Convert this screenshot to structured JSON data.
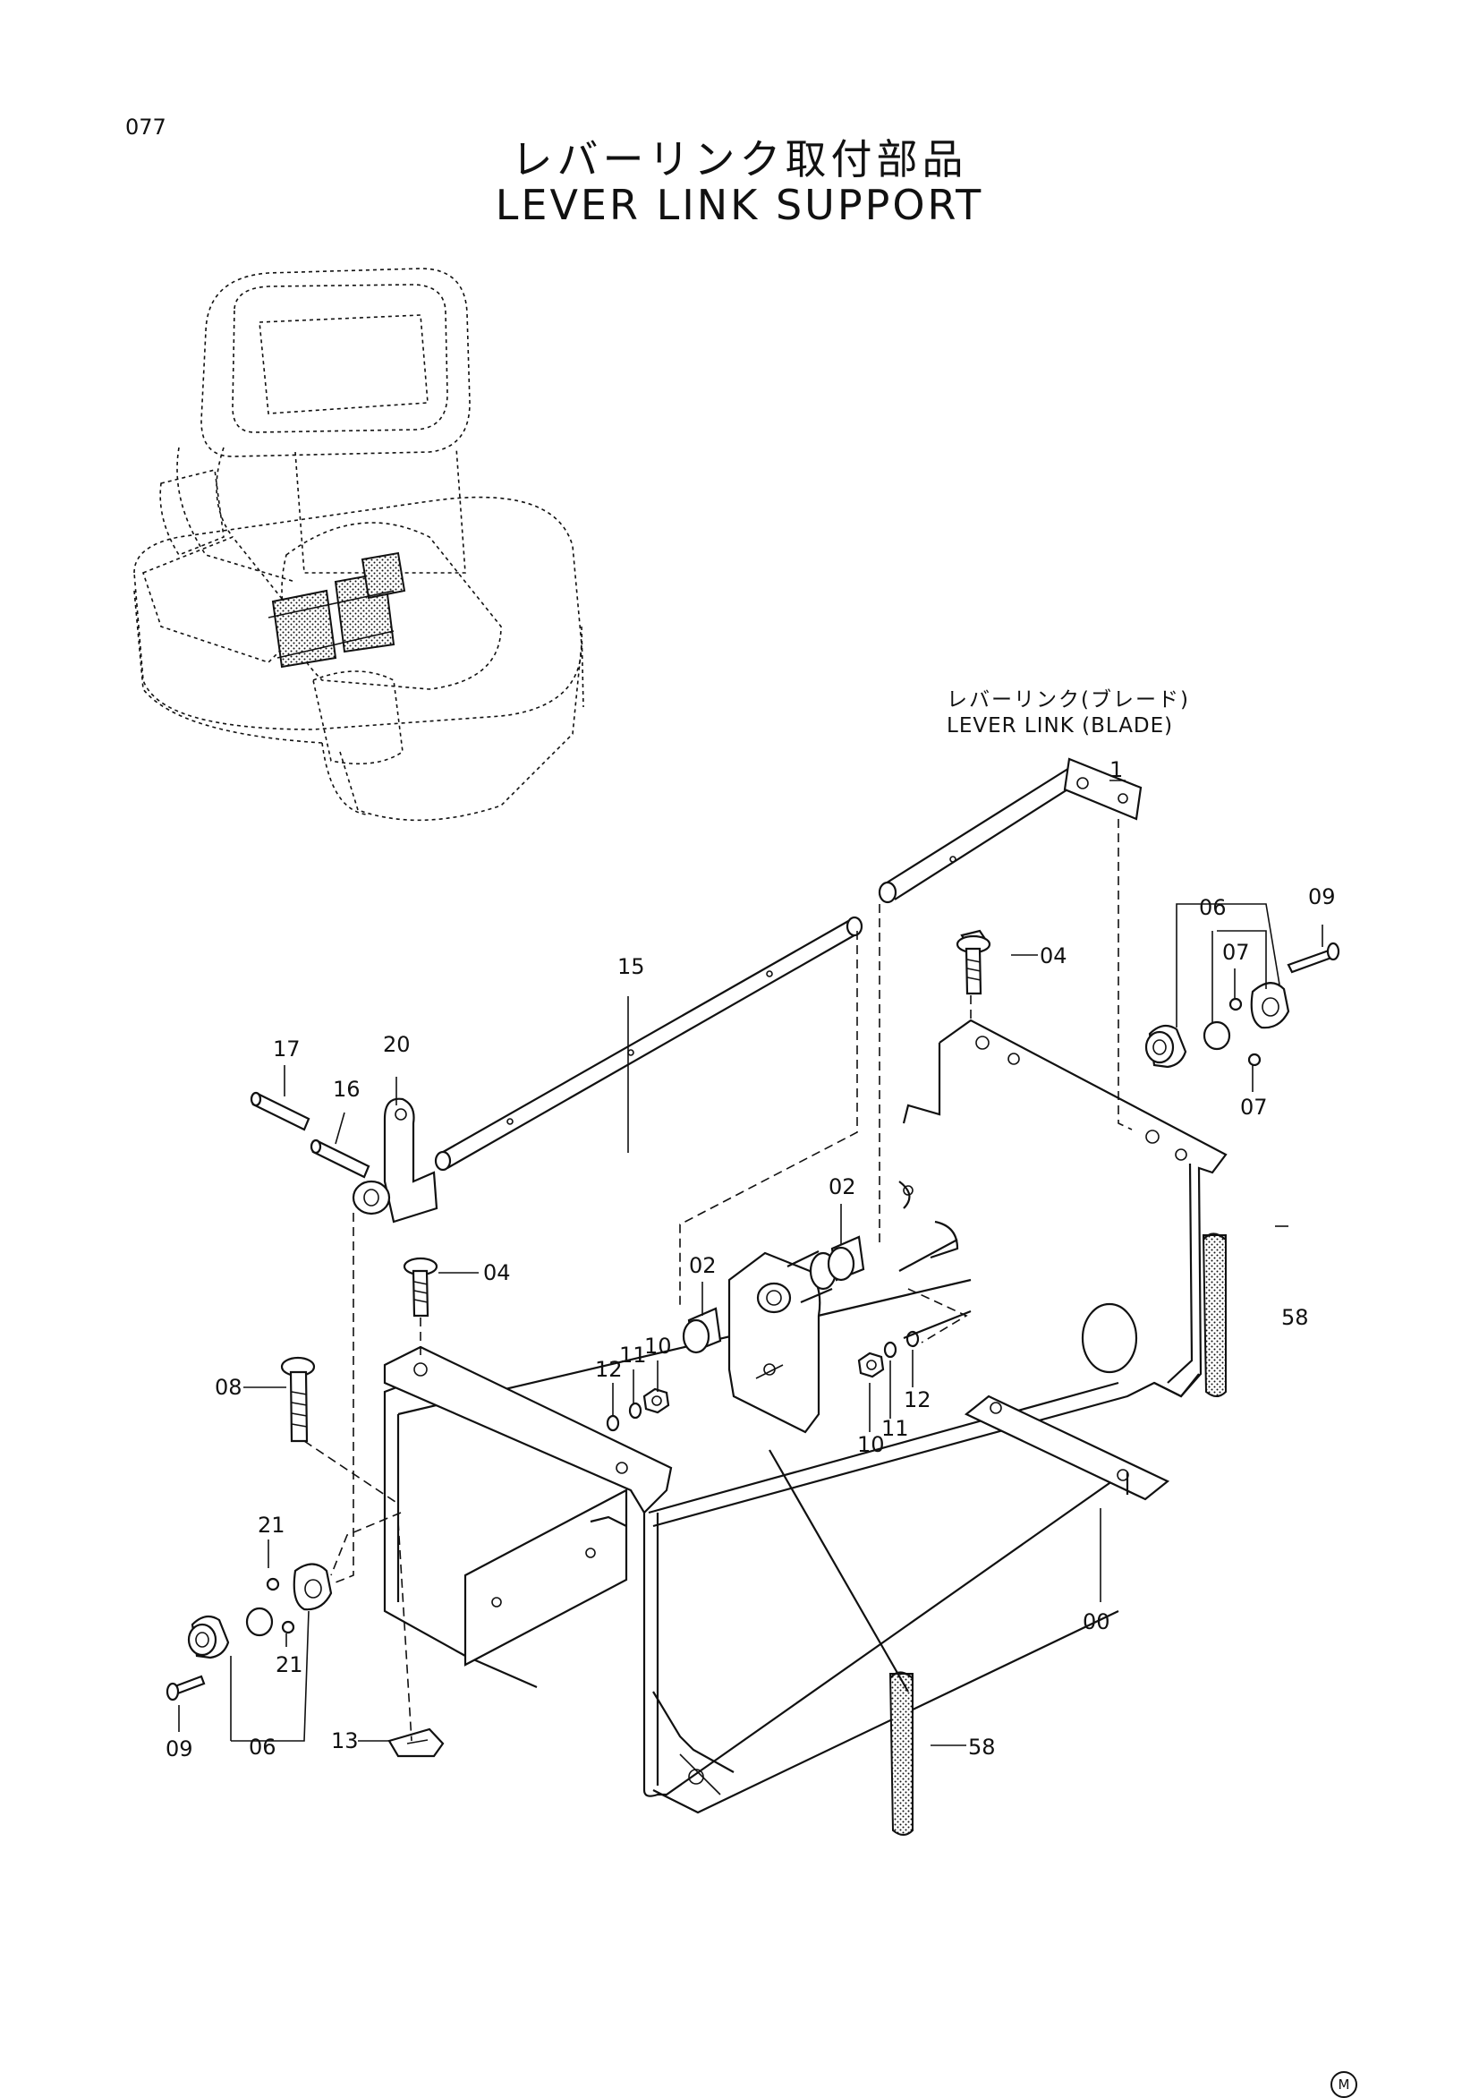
{
  "header": {
    "page_number": "077",
    "title_ja": "レバーリンク取付部品",
    "title_en": "LEVER LINK SUPPORT"
  },
  "sub_assembly": {
    "label_ja": "レバーリンク(ブレード)",
    "label_en": "LEVER LINK (BLADE)",
    "item": "1"
  },
  "callouts": {
    "c00": "00",
    "c02a": "02",
    "c02b": "02",
    "c04a": "04",
    "c04b": "04",
    "c06a": "06",
    "c06b": "06",
    "c07a": "07",
    "c07b": "07",
    "c08": "08",
    "c09a": "09",
    "c09b": "09",
    "c10a": "10",
    "c10b": "10",
    "c11a": "11",
    "c11b": "11",
    "c12a": "12",
    "c12b": "12",
    "c13": "13",
    "c15": "15",
    "c16": "16",
    "c17": "17",
    "c20": "20",
    "c21a": "21",
    "c21b": "21",
    "c58a": "58",
    "c58b": "58"
  },
  "footer": {
    "mark": "M"
  }
}
